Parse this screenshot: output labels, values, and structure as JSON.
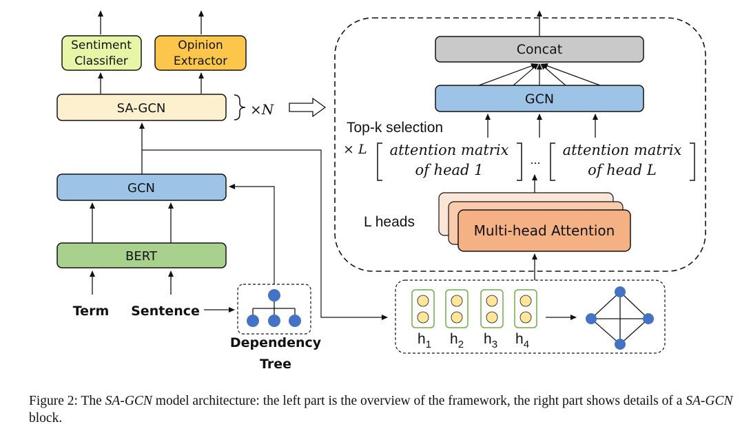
{
  "left": {
    "sentiment_classifier": [
      "Sentiment",
      "Classifier"
    ],
    "opinion_extractor": [
      "Opinion",
      "Extractor"
    ],
    "sagcn": "SA-GCN",
    "times_n": "×N",
    "gcn": "GCN",
    "bert": "BERT",
    "term": "Term",
    "sentence": "Sentence",
    "dependency_tree": [
      "Dependency",
      "Tree"
    ]
  },
  "block": {
    "concat": "Concat",
    "gcn": "GCN",
    "topk": "Top-k selection",
    "times_l": "× L",
    "matrix1": [
      "attention matrix",
      "of head 1"
    ],
    "dots": "...",
    "matrixL": [
      "attention matrix",
      "of head L"
    ],
    "l_heads": "L heads",
    "mha": "Multi-head Attention"
  },
  "hidden": {
    "labels": [
      "h",
      "h",
      "h",
      "h"
    ],
    "subscripts": [
      "1",
      "2",
      "3",
      "4"
    ]
  },
  "caption": {
    "prefix": "Figure 2: The ",
    "model1": "SA-GCN",
    "middle": " model architecture: the left part is the overview of the framework, the right part shows details of a ",
    "model2": "SA-GCN",
    "suffix": " block."
  },
  "colors": {
    "sentiment_fill": "#e6f5a6",
    "opinion_fill": "#fcc64a",
    "sagcn_fill": "#fdf0cf",
    "gcn_fill": "#9dc3e6",
    "bert_fill": "#a9d18e",
    "concat_fill": "#c9c9c9",
    "mha_fill": "#f4b183",
    "node_fill": "#4472c4",
    "hidden_node_fill": "#ffe699",
    "hidden_border": "#70ad47"
  }
}
